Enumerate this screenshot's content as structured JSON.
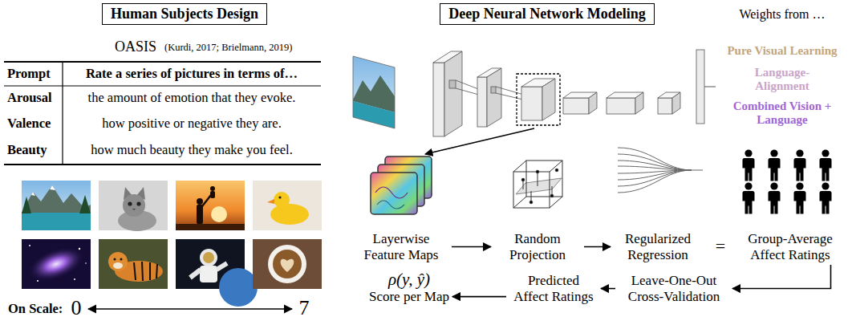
{
  "diagram": {
    "nodes": [
      {
        "text": [
          "Human Subjects Design"
        ]
      },
      {
        "text": [
          "Deep Neural Network Modeling"
        ]
      },
      {
        "text": [
          "Layerwise Feature Maps"
        ]
      },
      {
        "text": [
          "Random Projection"
        ]
      },
      {
        "text": [
          "Regularized Regression"
        ]
      },
      {
        "text": [
          "Group-Average Affect Ratings"
        ]
      },
      {
        "text": [
          "Leave-One-Out Cross-Validation"
        ]
      },
      {
        "text": [
          "Predicted Affect Ratings"
        ]
      },
      {
        "text": [
          "ρ(y, ŷ)",
          "Score per Map"
        ]
      }
    ],
    "edges": [
      {
        "from": 2,
        "to": 3,
        "arrow": "to"
      },
      {
        "from": 3,
        "to": 4,
        "arrow": "to"
      },
      {
        "from": 5,
        "to": 6,
        "arrow": "to"
      },
      {
        "from": 6,
        "to": 7,
        "arrow": "to"
      },
      {
        "from": 7,
        "to": 8,
        "arrow": "to"
      }
    ],
    "labels": [
      "OASIS",
      "(Kurdi, 2017; Brielmann, 2019)",
      "Prompt",
      "Rate a series of pictures in terms of…",
      "Arousal",
      "the amount of emotion that they evoke.",
      "Valence",
      "how positive or negative they are.",
      "Beauty",
      "how much beauty they make you feel.",
      "On Scale:",
      "0",
      "7",
      "Weights from …",
      "Pure Visual Learning",
      "Language- Alignment",
      "Combined Vision + Language",
      "="
    ]
  }
}
